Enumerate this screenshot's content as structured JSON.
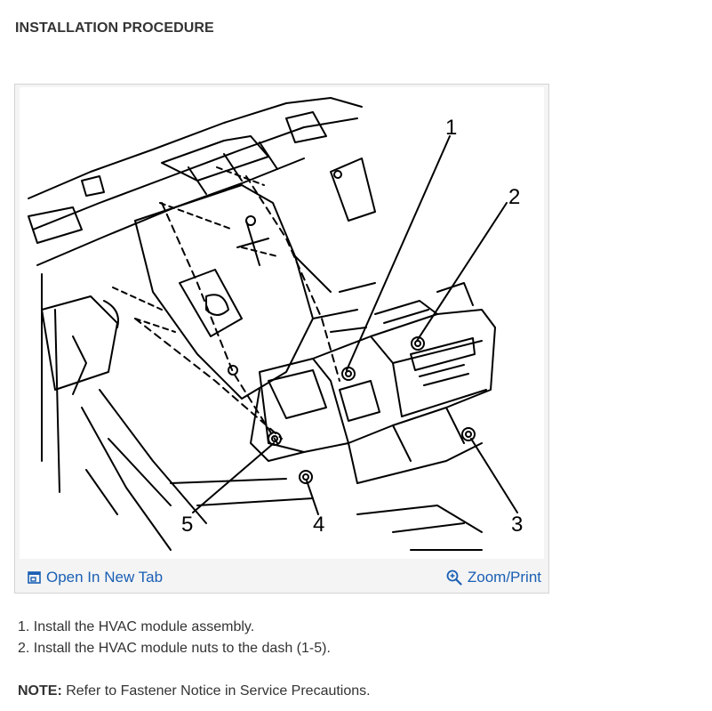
{
  "heading": "INSTALLATION PROCEDURE",
  "figure": {
    "callouts": [
      "1",
      "2",
      "3",
      "4",
      "5"
    ],
    "open_tab_label": "Open In New Tab",
    "zoom_label": "Zoom/Print"
  },
  "steps": [
    "1. Install the HVAC module assembly.",
    "2. Install the HVAC module nuts to the dash (1-5)."
  ],
  "note": {
    "label": "NOTE:",
    "text": " Refer to Fastener Notice in Service Precautions."
  },
  "colors": {
    "link": "#1a5fb4",
    "text": "#333333"
  }
}
